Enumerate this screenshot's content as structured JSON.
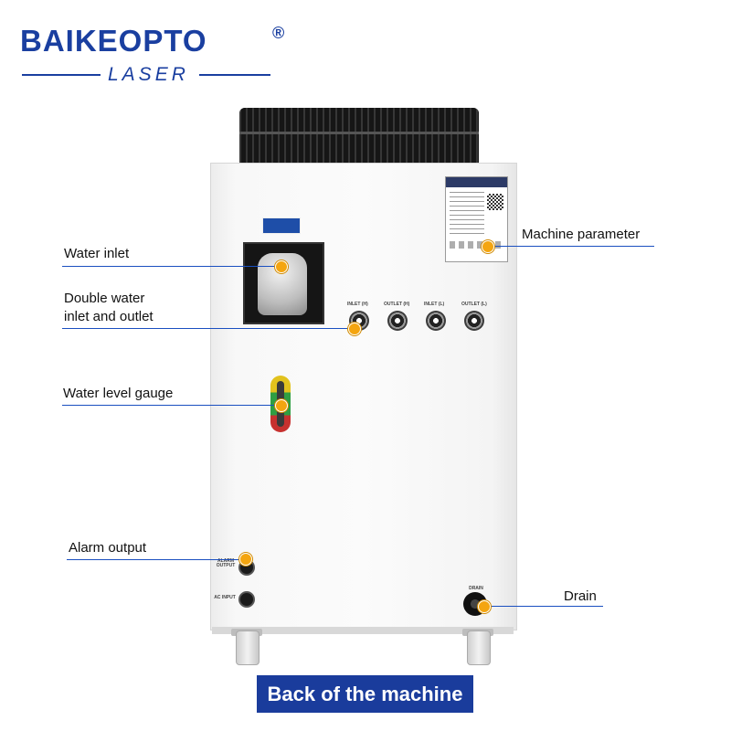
{
  "logo": {
    "brand": "BAIKEOPTO",
    "registered": "®",
    "sub": "LASER"
  },
  "colors": {
    "brand": "#1a3fa0",
    "accent_dot": "#f4a510",
    "leader_line": "#1a4fc0",
    "caption_bg": "#1a3c9c"
  },
  "machine": {
    "ports": [
      "INLET (H)",
      "OUTLET (H)",
      "INLET (L)",
      "OUTLET (L)"
    ],
    "alarm_label": "ALARM OUTPUT",
    "ac_label": "AC INPUT",
    "drain_label": "DRAIN"
  },
  "callouts": {
    "water_inlet": "Water inlet",
    "double_line1": "Double water",
    "double_line2": "inlet and outlet",
    "level_gauge": "Water level gauge",
    "alarm_output": "Alarm output",
    "machine_parameter": "Machine parameter",
    "drain": "Drain"
  },
  "caption": "Back of the machine"
}
